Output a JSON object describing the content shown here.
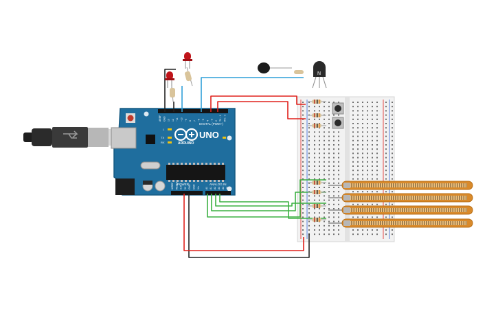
{
  "board": {
    "brand": "UNO",
    "sub_brand": "ARDUINO",
    "digital_header_label": "DIGITAL (PWM~)",
    "analog_header_label": "ANALOG IN",
    "power_header_label": "POWER",
    "led_labels": [
      "L",
      "TX",
      "RX"
    ],
    "digital_pins": [
      "AREF",
      "GND",
      "13",
      "12",
      "~11",
      "~10",
      "~9",
      "8",
      "7",
      "~6",
      "~5",
      "4",
      "~3",
      "2",
      "TX→1",
      "RX←0"
    ],
    "power_pins": [
      "IOREF",
      "RESET",
      "3.3V",
      "5V",
      "GND",
      "GND",
      "Vin"
    ],
    "analog_pins": [
      "A0",
      "A1",
      "A2",
      "A3",
      "A4",
      "A5"
    ]
  },
  "colors": {
    "board": "#1f6e9e",
    "board_dark": "#175a82",
    "breadboard": "#f2f2f2",
    "wire_red": "#e0201b",
    "wire_black": "#222222",
    "wire_green": "#3cb042",
    "wire_blue": "#2f9fd8",
    "flex_sensor": "#d98a2b",
    "led_red": "#c0141a"
  },
  "components": {
    "led_count": 2,
    "pushbutton_count": 2,
    "flex_sensor_count": 4,
    "resistor_count": 9,
    "transistor_label": "N"
  }
}
